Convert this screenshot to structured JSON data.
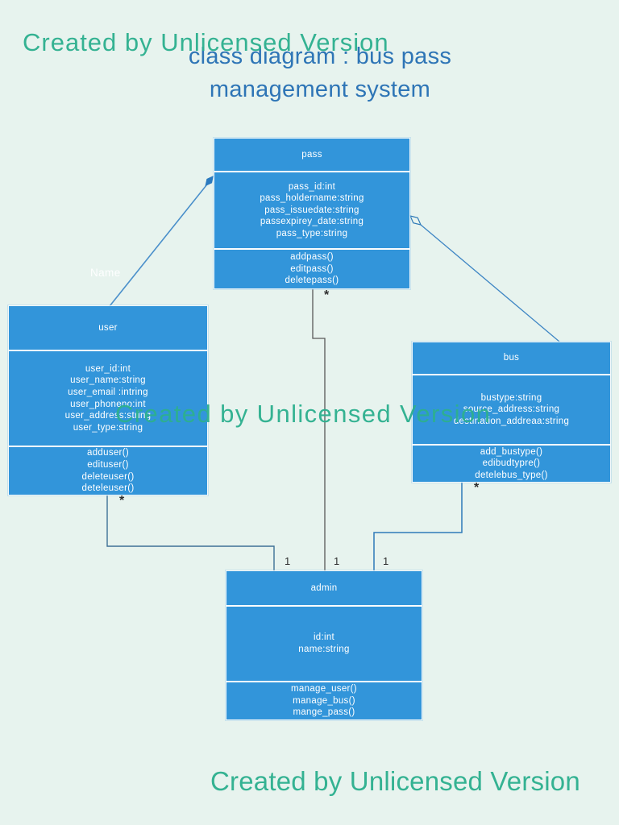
{
  "watermark": {
    "text": "Created by Unlicensed Version"
  },
  "header": {
    "title_lines": [
      "class diagram : bus pass",
      "management system"
    ]
  },
  "classes": {
    "pass": {
      "name": "pass",
      "attributes": [
        "pass_id:int",
        "pass_holdername:string",
        "pass_issuedate:string",
        "passexpirey_date:string",
        "pass_type:string"
      ],
      "methods": [
        "addpass()",
        "editpass()",
        "deletepass()"
      ]
    },
    "user": {
      "name": "user",
      "attributes": [
        "user_id:int",
        "user_name:string",
        "user_email :intring",
        "user_phoneno:int",
        "user_address:string",
        "user_type:string"
      ],
      "methods": [
        "adduser()",
        "edituser()",
        "deleteuser()",
        "deteleuser()"
      ]
    },
    "bus": {
      "name": "bus",
      "attributes": [
        "bustype:string",
        "source_address:string",
        "destination_addreaa:string"
      ],
      "methods": [
        "add_bustype()",
        "edibudtypre()",
        "detelebus_type()"
      ]
    },
    "admin": {
      "name": "admin",
      "attributes": [
        "id:int",
        "name:string"
      ],
      "methods": [
        "manage_user()",
        "manage_bus()",
        "mange_pass()"
      ]
    }
  },
  "relations": {
    "user_pass": {
      "type": "composition",
      "label": "Name"
    },
    "bus_pass": {
      "type": "aggregation",
      "label": ""
    },
    "pass_admin": {
      "from_mult": "*",
      "to_mult": "1"
    },
    "user_admin": {
      "from_mult": "*",
      "to_mult": "1"
    },
    "bus_admin": {
      "from_mult": "*",
      "to_mult": "1"
    }
  },
  "colors": {
    "background": "#e7f3ee",
    "box_fill": "#3295da",
    "watermark_green": "#2db08f",
    "title_blue": "#2e75b6",
    "connector_blue": "#2f7ab8",
    "connector_gray": "#585858"
  }
}
